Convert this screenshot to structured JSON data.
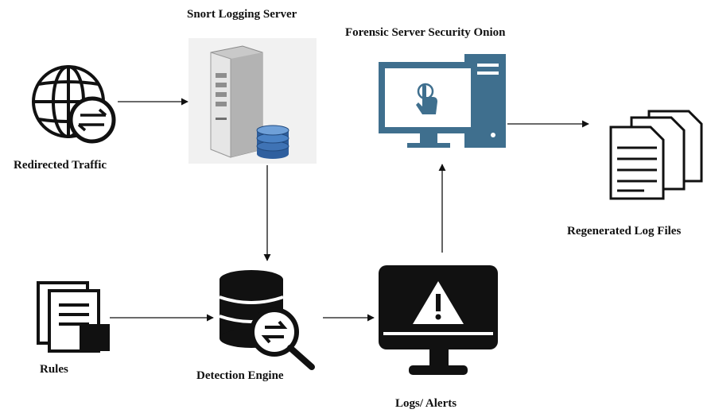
{
  "nodes": {
    "redirected_traffic": {
      "label": "Redirected Traffic",
      "icon": "globe-exchange-icon"
    },
    "snort_server": {
      "label": "Snort Logging Server",
      "icon": "server-database-icon"
    },
    "forensic_server": {
      "label": "Forensic Server Security Onion",
      "icon": "desktop-computer-touch-icon"
    },
    "regenerated_logs": {
      "label": "Regenerated Log Files",
      "icon": "document-stack-icon"
    },
    "rules": {
      "label": "Rules",
      "icon": "rules-document-icon"
    },
    "detection_engine": {
      "label": "Detection Engine",
      "icon": "database-search-icon"
    },
    "logs_alerts": {
      "label": "Logs/ Alerts",
      "icon": "monitor-alert-icon"
    }
  },
  "edges": [
    {
      "from": "redirected_traffic",
      "to": "snort_server"
    },
    {
      "from": "snort_server",
      "to": "detection_engine"
    },
    {
      "from": "rules",
      "to": "detection_engine"
    },
    {
      "from": "detection_engine",
      "to": "logs_alerts"
    },
    {
      "from": "logs_alerts",
      "to": "forensic_server"
    },
    {
      "from": "forensic_server",
      "to": "regenerated_logs"
    }
  ],
  "colors": {
    "forensic_blue": "#3f6f8e",
    "ink": "#111111"
  }
}
